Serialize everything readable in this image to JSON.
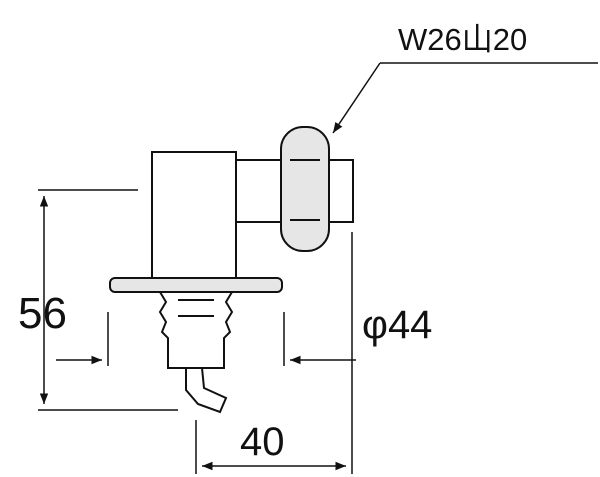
{
  "diagram": {
    "thread_label": "W26山20",
    "dim_height": "56",
    "dim_diameter": "φ44",
    "dim_width": "40",
    "colors": {
      "line": "#111111",
      "body_shade": "#e6e6e6",
      "background": "#ffffff"
    }
  }
}
